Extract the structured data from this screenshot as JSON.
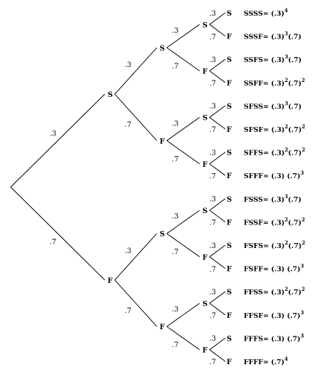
{
  "diagram": {
    "p_success": ".3",
    "p_failure": ".7",
    "success_label": "S",
    "failure_label": "F",
    "depth": 4,
    "outcomes": [
      {
        "seq": "SSSS",
        "formula": [
          {
            "t": "(.3)"
          },
          {
            "sup": "4"
          }
        ]
      },
      {
        "seq": "SSSF",
        "formula": [
          {
            "t": "(.3)"
          },
          {
            "sup": "3"
          },
          {
            "t": "(.7)"
          }
        ]
      },
      {
        "seq": "SSFS",
        "formula": [
          {
            "t": "(.3)"
          },
          {
            "sup": "3"
          },
          {
            "t": "(.7)"
          }
        ]
      },
      {
        "seq": "SSFF",
        "formula": [
          {
            "t": "(.3)"
          },
          {
            "sup": "2"
          },
          {
            "t": "(.7)"
          },
          {
            "sup": "2"
          }
        ]
      },
      {
        "seq": "SFSS",
        "formula": [
          {
            "t": "(.3)"
          },
          {
            "sup": "3"
          },
          {
            "t": "(.7)"
          }
        ]
      },
      {
        "seq": "SFSF",
        "formula": [
          {
            "t": "(.3)"
          },
          {
            "sup": "2"
          },
          {
            "t": "(.7)"
          },
          {
            "sup": "2"
          }
        ]
      },
      {
        "seq": "SFFS",
        "formula": [
          {
            "t": "(.3)"
          },
          {
            "sup": "2"
          },
          {
            "t": "(.7)"
          },
          {
            "sup": "2"
          }
        ]
      },
      {
        "seq": "SFFF",
        "formula": [
          {
            "t": "(.3) (.7)"
          },
          {
            "sup": "3"
          }
        ]
      },
      {
        "seq": "FSSS",
        "formula": [
          {
            "t": "(.3)"
          },
          {
            "sup": "3"
          },
          {
            "t": "(.7)"
          }
        ]
      },
      {
        "seq": "FSSF",
        "formula": [
          {
            "t": "(.3)"
          },
          {
            "sup": "2"
          },
          {
            "t": "(.7)"
          },
          {
            "sup": "2"
          }
        ]
      },
      {
        "seq": "FSFS",
        "formula": [
          {
            "t": "(.3)"
          },
          {
            "sup": "2"
          },
          {
            "t": "(.7)"
          },
          {
            "sup": "2"
          }
        ]
      },
      {
        "seq": "FSFF",
        "formula": [
          {
            "t": "(.3) (.7)"
          },
          {
            "sup": "3"
          }
        ]
      },
      {
        "seq": "FFSS",
        "formula": [
          {
            "t": "(.3)"
          },
          {
            "sup": "2"
          },
          {
            "t": "(.7)"
          },
          {
            "sup": "2"
          }
        ]
      },
      {
        "seq": "FFSF",
        "formula": [
          {
            "t": "(.3) (.7)"
          },
          {
            "sup": "3"
          }
        ]
      },
      {
        "seq": "FFFS",
        "formula": [
          {
            "t": "(.3) (.7)"
          },
          {
            "sup": "3"
          }
        ]
      },
      {
        "seq": "FFFF",
        "formula": [
          {
            "t": "(.7)"
          },
          {
            "sup": "4"
          }
        ]
      }
    ]
  }
}
